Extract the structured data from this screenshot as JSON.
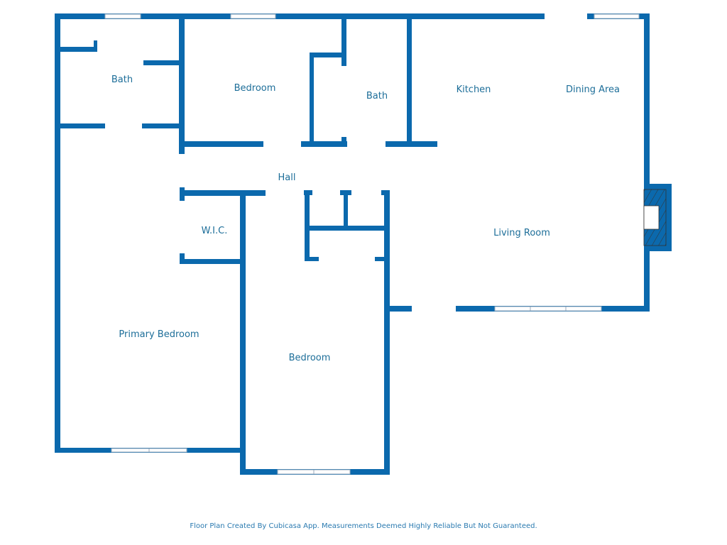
{
  "rooms": {
    "bath_left": "Bath",
    "bedroom_top": "Bedroom",
    "bath_middle": "Bath",
    "kitchen": "Kitchen",
    "dining": "Dining Area",
    "hall": "Hall",
    "wic": "W.I.C.",
    "living": "Living Room",
    "primary": "Primary Bedroom",
    "bedroom_bottom": "Bedroom"
  },
  "footer": "Floor Plan Created By Cubicasa App. Measurements Deemed Highly Reliable But Not Guaranteed.",
  "colors": {
    "wall": "#0b69ad",
    "label": "#1d6e99"
  }
}
